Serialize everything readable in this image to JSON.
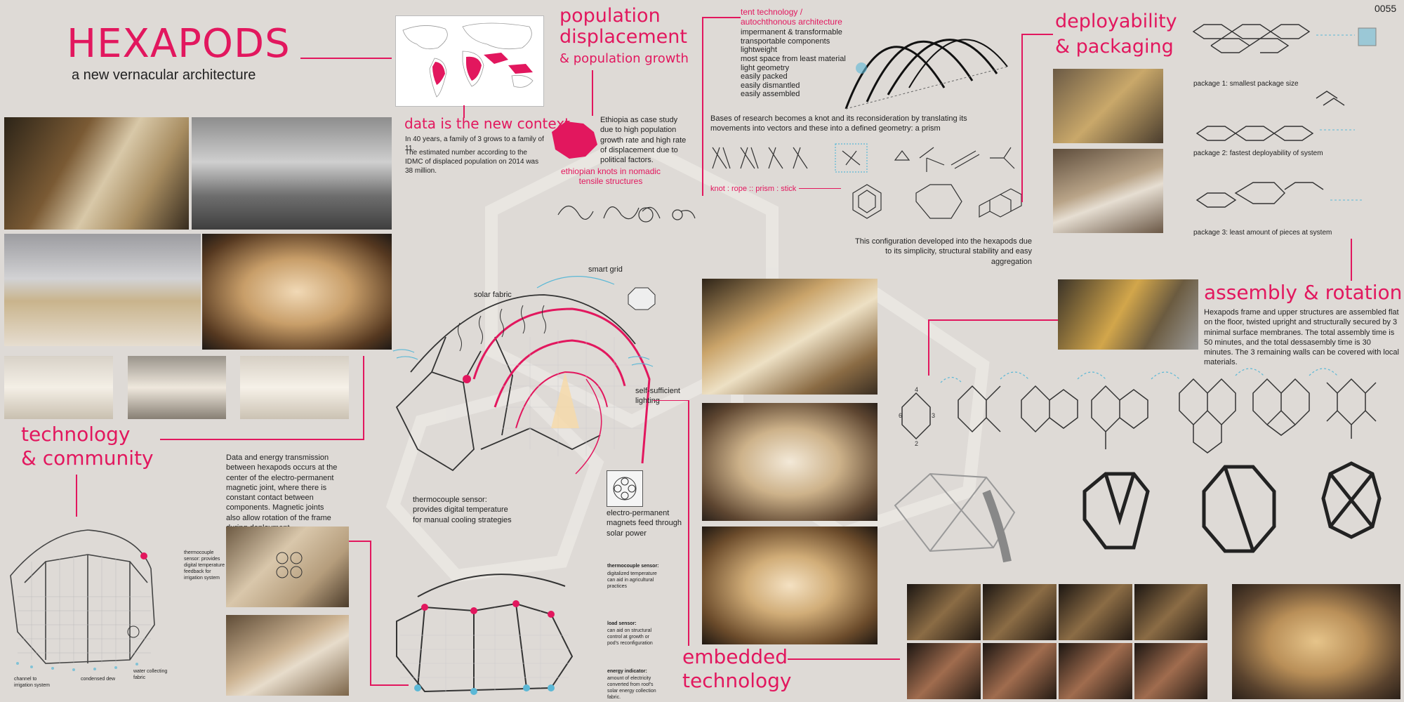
{
  "page_number": "0055",
  "title": "HEXAPODS",
  "subtitle": "a new vernacular architecture",
  "sections": {
    "population": {
      "heading": "population displacement",
      "subheading": "& population growth"
    },
    "context": {
      "heading": "data is the new context",
      "p1": "In 40 years, a family of 3 grows to a family of 11.",
      "p2": "The estimated number according to the IDMC of displaced population on 2014 was 38 million."
    },
    "ethiopia": {
      "text": "Ethiopia as case study due to high population growth rate and high rate of displacement due to political factors.",
      "knots_label": "ethiopian knots in nomadic tensile structures"
    },
    "tent": {
      "heading_line1": "tent technology /",
      "heading_line2": "autochthonous architecture",
      "items": [
        "impermanent & transformable",
        "transportable components",
        "lightweight",
        "most space from least material",
        "light geometry",
        "easily packed",
        "easily dismantled",
        "easily assembled"
      ]
    },
    "research": {
      "text": "Bases of research becomes a knot and its reconsideration by translating its movements into vectors and these into a defined geometry: a prism",
      "sequence": "knot : rope :: prism : stick",
      "config": "This configuration developed into the hexapods due to its simplicity, structural stability and easy aggregation"
    },
    "deploy": {
      "heading_line1": "deployability",
      "heading_line2": "& packaging",
      "pkg1": "package 1: smallest package size",
      "pkg2": "package 2: fastest deployability of system",
      "pkg3": "package 3: least amount of pieces at system"
    },
    "assembly": {
      "heading": "assembly & rotation",
      "text": "Hexapods frame and upper structures are assembled flat on the floor, twisted upright and structurally secured by 3 minimal surface membranes. The total assembly time is 50 minutes, and the total dessasembly time is 30 minutes. The 3 remaining walls can be covered with local materials."
    },
    "technology": {
      "heading_line1": "technology",
      "heading_line2": "& community",
      "transmission": "Data and energy transmission between hexapods occurs at the center of the electro-permanent magnetic joint, where there is constant contact between components. Magnetic joints also allow rotation of the frame during deployment."
    },
    "diagram": {
      "solar_fabric": "solar fabric",
      "smart_grid": "smart grid",
      "lighting": "self-sufficient lighting",
      "thermocouple": "thermocouple sensor: provides digital temperature for manual cooling strategies",
      "magnets": "electro-permanent magnets feed through solar power"
    },
    "community_diagram": {
      "thermo": "thermocouple sensor: provides digital temperature feedback for irrigation system",
      "channel": "channel to irrigation system",
      "dew": "condensed dew",
      "fabric": "water collecting fabric"
    },
    "sensors": {
      "thermo_title": "thermocouple sensor:",
      "thermo_text": "digitalized temperature can aid in agricultural practices",
      "load_title": "load sensor:",
      "load_text": "can aid on structural control at growth or pod's reconfiguration",
      "energy_title": "energy indicator:",
      "energy_text": "amount of electricity converted from roof's solar energy collection fabric."
    },
    "embedded": {
      "heading_line1": "embedded",
      "heading_line2": "technology"
    }
  },
  "colors": {
    "accent": "#e2175e",
    "cyan": "#5bb8d6",
    "background": "#dedad6"
  }
}
